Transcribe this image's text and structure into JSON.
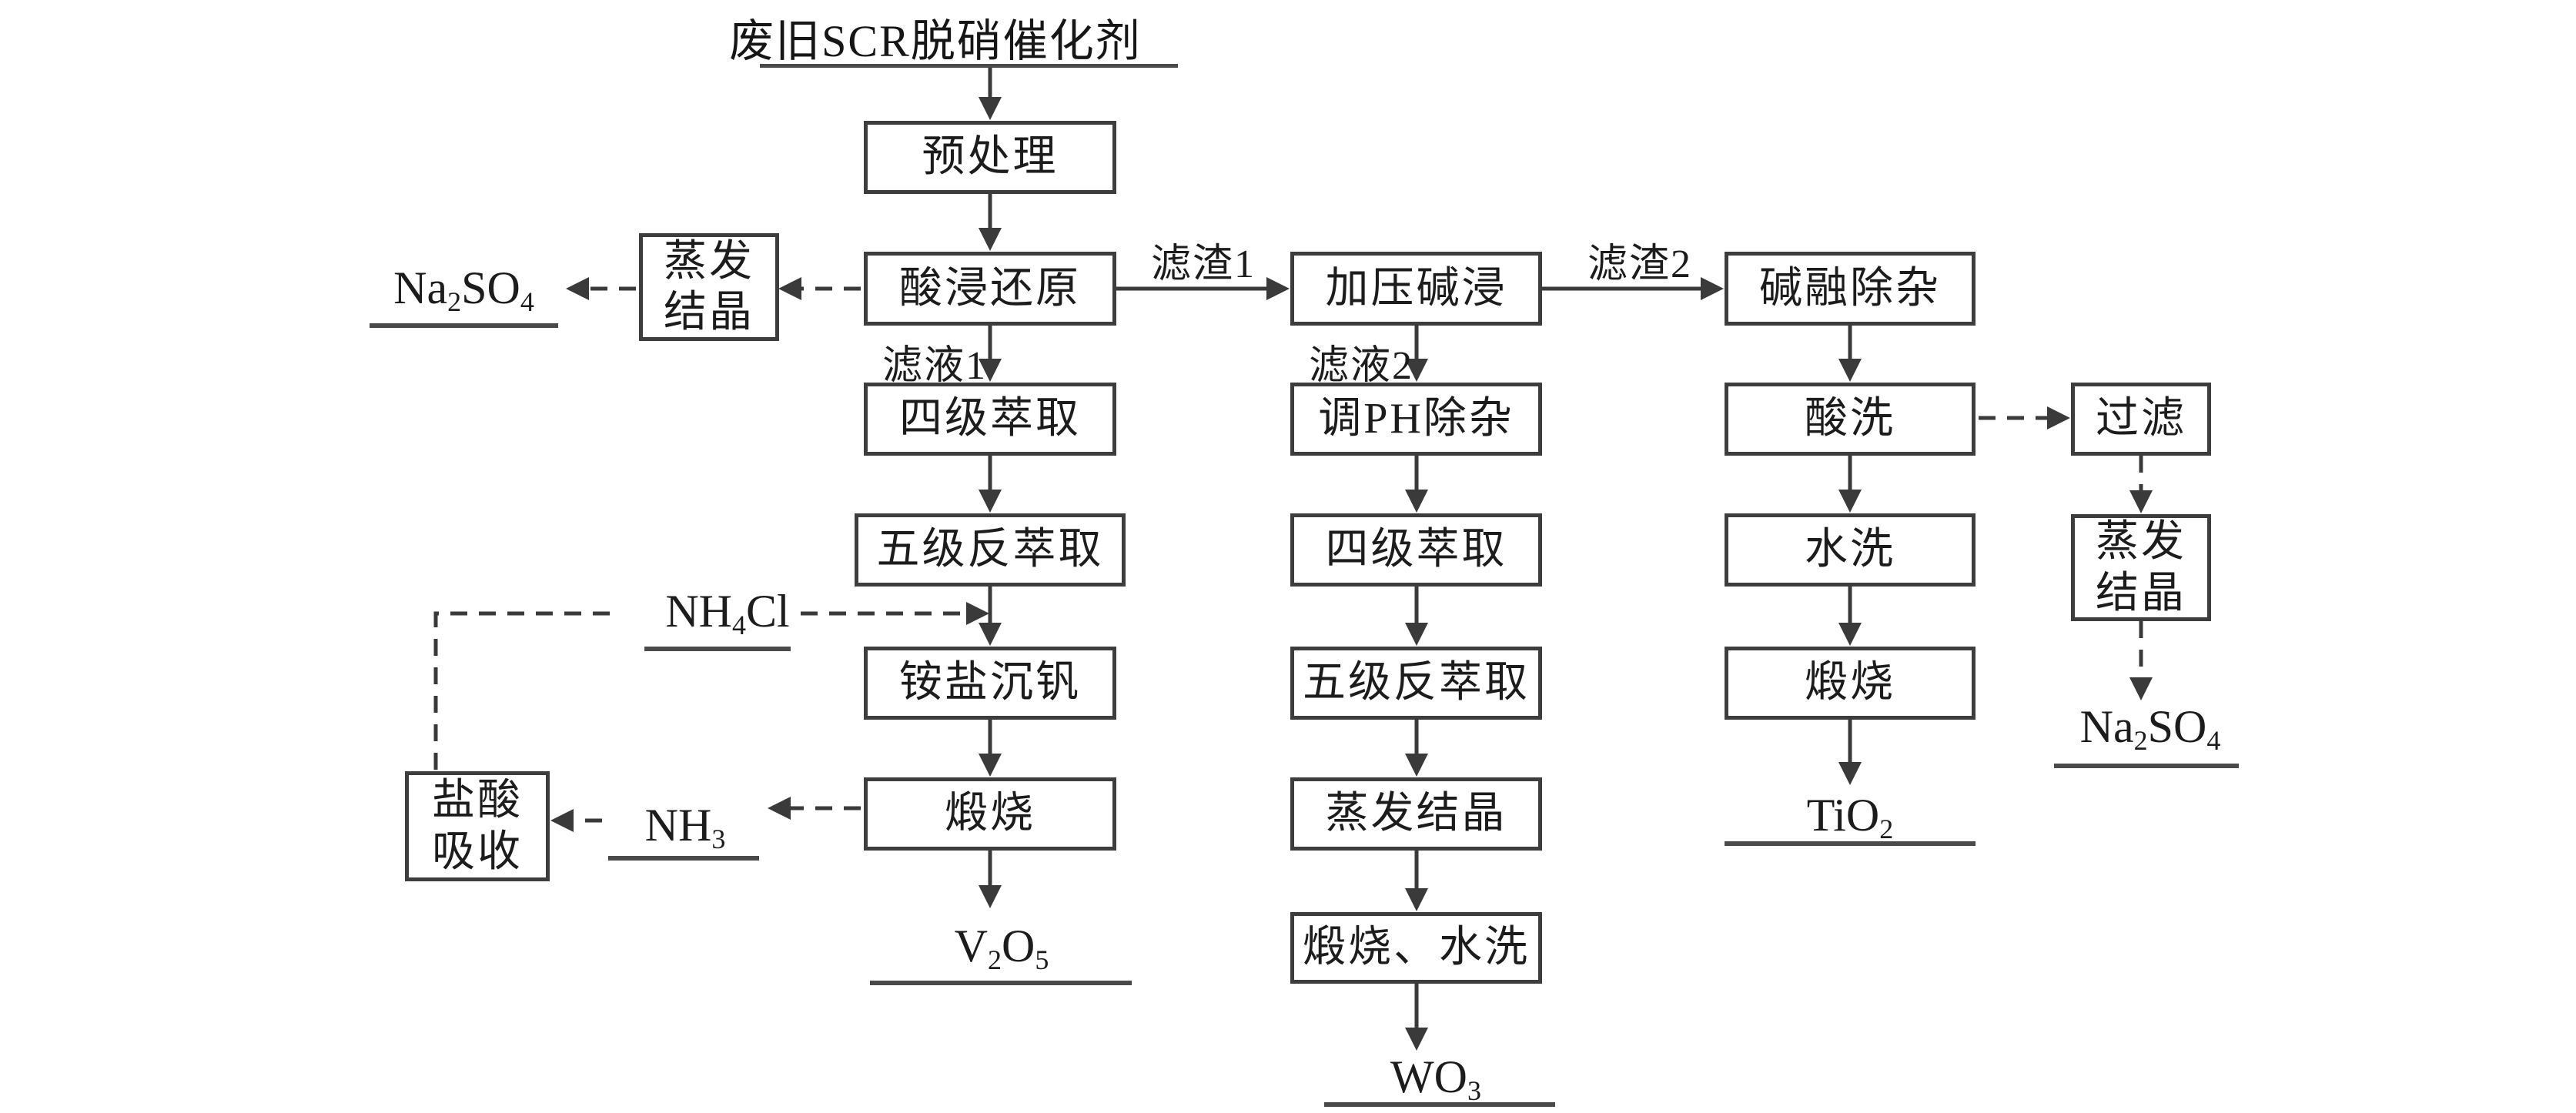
{
  "title": {
    "text": "废旧SCR脱硝催化剂"
  },
  "colors": {
    "line": "#3a3a3a",
    "box_border": "#3d3d3d",
    "text": "#1c1c1c",
    "background": "#ffffff"
  },
  "process_boxes": [
    {
      "id": "pretreatment",
      "lines": [
        "预处理"
      ]
    },
    {
      "id": "acid-leach-reduction",
      "lines": [
        "酸浸还原"
      ]
    },
    {
      "id": "extraction-4-left",
      "lines": [
        "四级萃取"
      ]
    },
    {
      "id": "back-extraction-5-left",
      "lines": [
        "五级反萃取"
      ]
    },
    {
      "id": "ammonium-vanadium-precipitation",
      "lines": [
        "铵盐沉钒"
      ]
    },
    {
      "id": "calcination-left",
      "lines": [
        "煅烧"
      ]
    },
    {
      "id": "evaporation-crystallization-left",
      "lines": [
        "蒸发",
        "结晶"
      ]
    },
    {
      "id": "hcl-absorption",
      "lines": [
        "盐酸",
        "吸收"
      ]
    },
    {
      "id": "pressure-alkali-leach",
      "lines": [
        "加压碱浸"
      ]
    },
    {
      "id": "adjust-ph-impurity-removal",
      "lines": [
        "调PH除杂"
      ]
    },
    {
      "id": "extraction-4-mid",
      "lines": [
        "四级萃取"
      ]
    },
    {
      "id": "back-extraction-5-mid",
      "lines": [
        "五级反萃取"
      ]
    },
    {
      "id": "evaporation-crystallization-mid",
      "lines": [
        "蒸发结晶"
      ]
    },
    {
      "id": "calcination-water-washing",
      "lines": [
        "煅烧、水洗"
      ]
    },
    {
      "id": "alkali-fusion-impurity-removal",
      "lines": [
        "碱融除杂"
      ]
    },
    {
      "id": "acid-washing",
      "lines": [
        "酸洗"
      ]
    },
    {
      "id": "water-washing",
      "lines": [
        "水洗"
      ]
    },
    {
      "id": "calcination-right",
      "lines": [
        "煅烧"
      ]
    },
    {
      "id": "filtration",
      "lines": [
        "过滤"
      ]
    },
    {
      "id": "evaporation-crystallization-right",
      "lines": [
        "蒸发",
        "结晶"
      ]
    }
  ],
  "stream_labels": [
    {
      "id": "residue-1",
      "text": "滤渣1"
    },
    {
      "id": "residue-2",
      "text": "滤渣2"
    },
    {
      "id": "filtrate-1",
      "text": "滤液1"
    },
    {
      "id": "filtrate-2",
      "text": "滤液2"
    }
  ],
  "chemicals": [
    {
      "id": "na2so4-left",
      "parts": [
        [
          "Na"
        ],
        [
          "2",
          "sub"
        ],
        [
          "SO"
        ],
        [
          "4",
          "sub"
        ]
      ]
    },
    {
      "id": "nh4cl",
      "parts": [
        [
          "NH"
        ],
        [
          "4",
          "sub"
        ],
        [
          "Cl"
        ]
      ]
    },
    {
      "id": "nh3",
      "parts": [
        [
          "NH"
        ],
        [
          "3",
          "sub"
        ]
      ]
    },
    {
      "id": "v2o5",
      "parts": [
        [
          "V"
        ],
        [
          "2",
          "sub"
        ],
        [
          "O"
        ],
        [
          "5",
          "sub"
        ]
      ]
    },
    {
      "id": "wo3",
      "parts": [
        [
          "WO"
        ],
        [
          "3",
          "sub"
        ]
      ]
    },
    {
      "id": "tio2",
      "parts": [
        [
          "TiO"
        ],
        [
          "2",
          "sub"
        ]
      ]
    },
    {
      "id": "na2so4-right",
      "parts": [
        [
          "Na"
        ],
        [
          "2",
          "sub"
        ],
        [
          "SO"
        ],
        [
          "4",
          "sub"
        ]
      ]
    }
  ]
}
